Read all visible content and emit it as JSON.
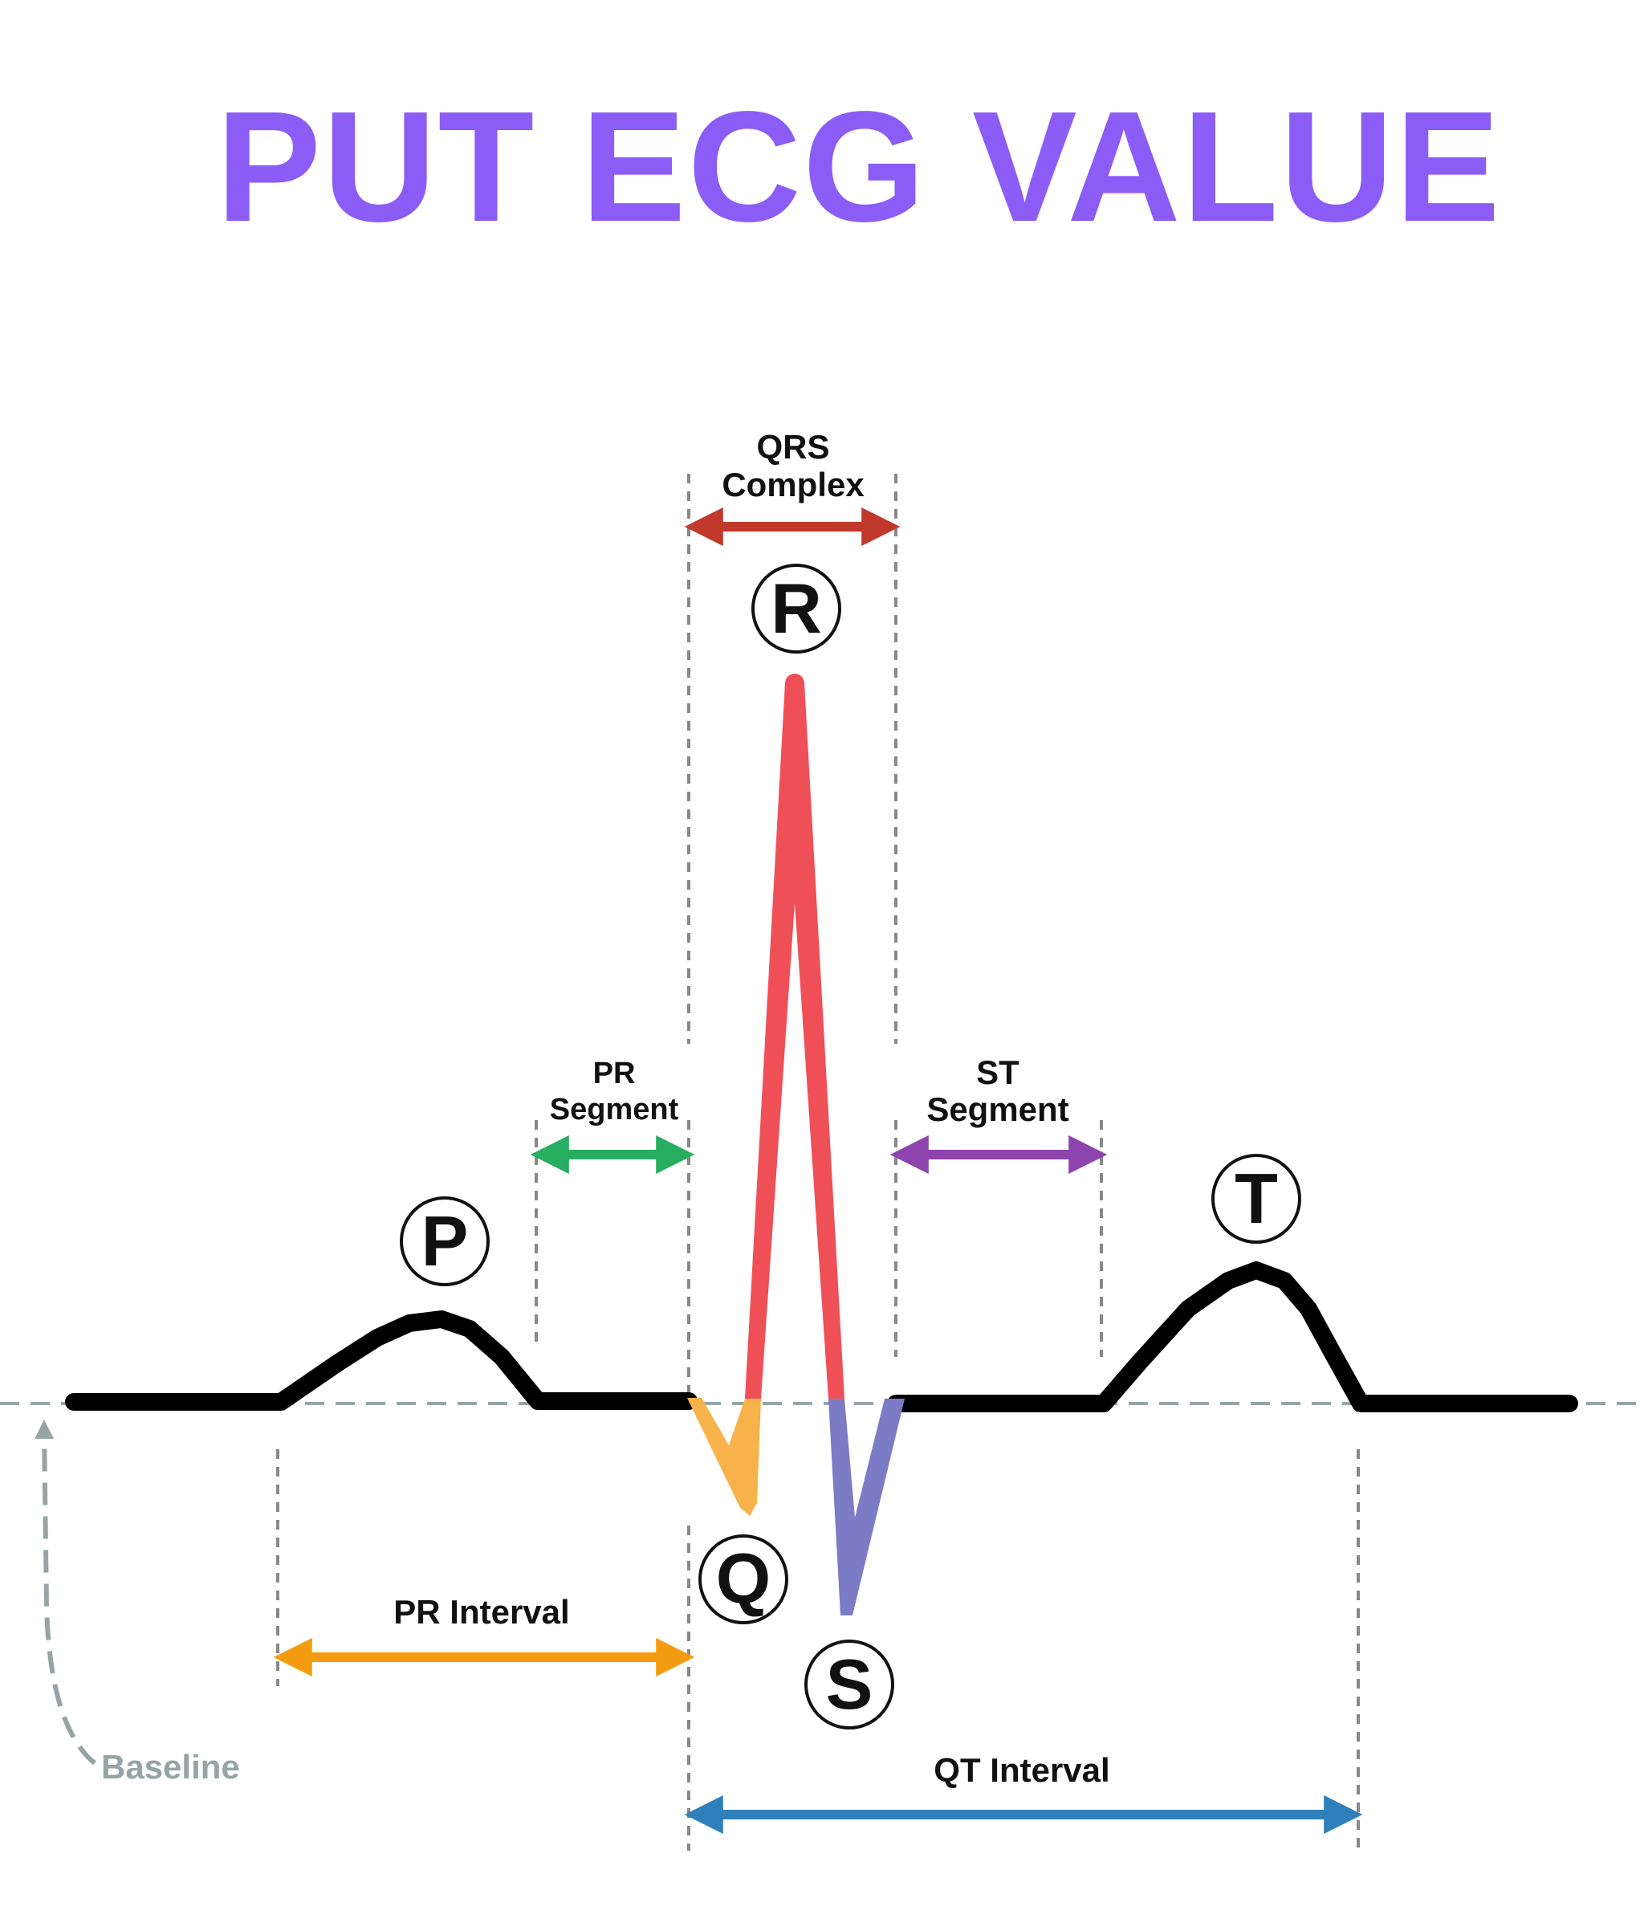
{
  "title": "PUT ECG VALUE",
  "colors": {
    "title": "#8b5cf6",
    "trace": "#000000",
    "r_wave": "#ef5057",
    "q_wave": "#f7b24b",
    "s_wave": "#7b7bc6",
    "qrs_arrow": "#c0392b",
    "pr_segment_arrow": "#27ae60",
    "st_segment_arrow": "#8e44ad",
    "pr_interval_arrow": "#f39c12",
    "qt_interval_arrow": "#2e7fba",
    "guide": "#888888",
    "baseline": "#95a5a6"
  },
  "waves": {
    "p": "P",
    "q": "Q",
    "r": "R",
    "s": "S",
    "t": "T"
  },
  "labels": {
    "qrs_line1": "QRS",
    "qrs_line2": "Complex",
    "pr_segment_line1": "PR",
    "pr_segment_line2": "Segment",
    "st_segment_line1": "ST",
    "st_segment_line2": "Segment",
    "pr_interval": "PR Interval",
    "qt_interval": "QT Interval",
    "baseline": "Baseline"
  }
}
